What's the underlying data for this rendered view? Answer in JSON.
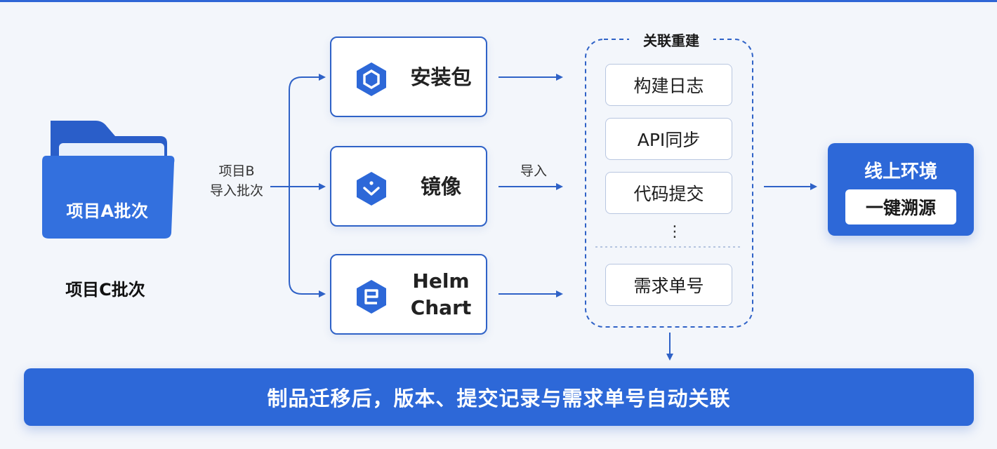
{
  "source": {
    "folder_label": "项目A批次",
    "other_batch": "项目C批次",
    "import_label_line1": "项目B",
    "import_label_line2": "导入批次"
  },
  "artifacts": [
    {
      "title": "安装包",
      "icon": "package-hexagon-icon"
    },
    {
      "title": "镜像",
      "icon": "image-hexagon-icon"
    },
    {
      "title_line1": "Helm",
      "title_line2": "Chart",
      "icon": "helm-hexagon-icon"
    }
  ],
  "import_label": "导入",
  "rebuild": {
    "title": "关联重建",
    "items": [
      "构建日志",
      "API同步",
      "代码提交",
      "需求单号"
    ],
    "ellipsis": "⋮"
  },
  "environment": {
    "title": "线上环境",
    "button": "一键溯源"
  },
  "banner": "制品迁移后，版本、提交记录与需求单号自动关联",
  "colors": {
    "accent": "#2d68d8",
    "card_border": "#2f62c7",
    "background": "#f3f6fb"
  }
}
